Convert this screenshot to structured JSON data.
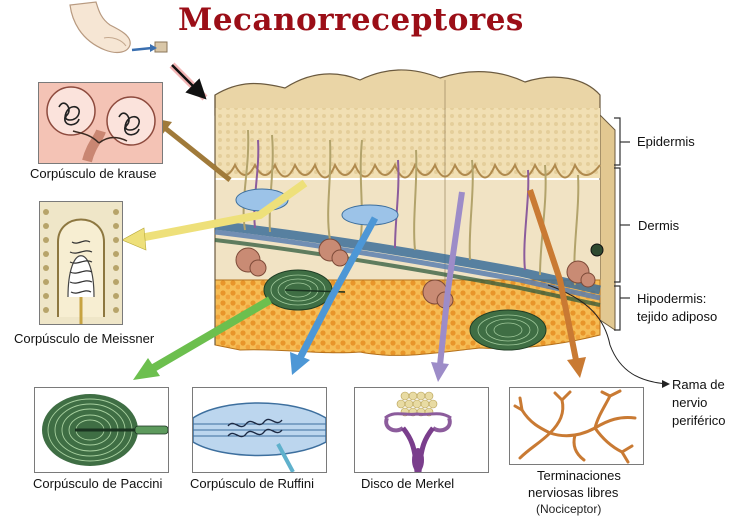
{
  "title": "Mecanorreceptores",
  "labels": {
    "krause": "Corpúsculo de krause",
    "meissner": "Corpúsculo de Meissner",
    "paccini": "Corpúsculo de Paccini",
    "ruffini": "Corpúsculo de Ruffini",
    "merkel": "Disco de Merkel",
    "libres_l1": "Terminaciones",
    "libres_l2": "nerviosas libres",
    "nociceptor": "(Nociceptor)",
    "epidermis": "Epidermis",
    "dermis": "Dermis",
    "hipodermis_l1": "Hipodermis:",
    "hipodermis_l2": "tejido adiposo",
    "rama_l1": "Rama de",
    "rama_l2": "nervio",
    "rama_l3": "periférico"
  },
  "colors": {
    "title": "#9b0e17",
    "arrow_krause": "#a07a3a",
    "arrow_meissner": "#eee07a",
    "arrow_paccini": "#6cbf4e",
    "arrow_ruffini": "#4d97d6",
    "arrow_merkel": "#9d8cc8",
    "arrow_libres": "#c97a33",
    "epidermis": "#efd9a8",
    "dermis": "#f1e3c4",
    "fat": "#f2a93b"
  },
  "icons": [
    "finger-pressing-icon",
    "pointer-arrow-icon"
  ]
}
